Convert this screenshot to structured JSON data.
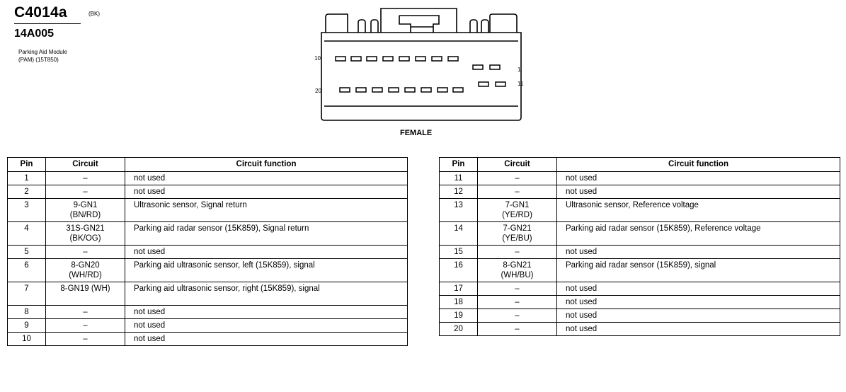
{
  "header": {
    "connector_id": "C4014a",
    "connector_color": "(BK)",
    "part_number": "14A005",
    "module_name_line1": "Parking Aid Module",
    "module_name_line2": "(PAM) (15T850)"
  },
  "diagram": {
    "pin_label_10": "10",
    "pin_label_1": "1",
    "pin_label_20": "20",
    "pin_label_11": "11",
    "view_label": "FEMALE"
  },
  "tables": {
    "headers": {
      "pin": "Pin",
      "circuit": "Circuit",
      "function": "Circuit function"
    },
    "left": [
      {
        "pin": "1",
        "circuit": [
          "–"
        ],
        "function": "not used"
      },
      {
        "pin": "2",
        "circuit": [
          "–"
        ],
        "function": "not used"
      },
      {
        "pin": "3",
        "circuit": [
          "9-GN1",
          "(BN/RD)"
        ],
        "function": "Ultrasonic sensor, Signal return"
      },
      {
        "pin": "4",
        "circuit": [
          "31S-GN21",
          "(BK/OG)"
        ],
        "function": "Parking aid radar sensor (15K859), Signal return"
      },
      {
        "pin": "5",
        "circuit": [
          "–"
        ],
        "function": "not used"
      },
      {
        "pin": "6",
        "circuit": [
          "8-GN20",
          "(WH/RD)"
        ],
        "function": "Parking aid ultrasonic sensor, left (15K859), signal"
      },
      {
        "pin": "7",
        "circuit": [
          "8-GN19 (WH)",
          ""
        ],
        "function": "Parking aid ultrasonic sensor, right (15K859), signal"
      },
      {
        "pin": "8",
        "circuit": [
          "–"
        ],
        "function": "not used"
      },
      {
        "pin": "9",
        "circuit": [
          "–"
        ],
        "function": "not used"
      },
      {
        "pin": "10",
        "circuit": [
          "–"
        ],
        "function": "not used"
      }
    ],
    "right": [
      {
        "pin": "11",
        "circuit": [
          "–"
        ],
        "function": "not used"
      },
      {
        "pin": "12",
        "circuit": [
          "–"
        ],
        "function": "not used"
      },
      {
        "pin": "13",
        "circuit": [
          "7-GN1",
          "(YE/RD)"
        ],
        "function": "Ultrasonic sensor, Reference voltage"
      },
      {
        "pin": "14",
        "circuit": [
          "7-GN21",
          "(YE/BU)"
        ],
        "function": "Parking aid radar sensor (15K859), Reference voltage"
      },
      {
        "pin": "15",
        "circuit": [
          "–"
        ],
        "function": "not used"
      },
      {
        "pin": "16",
        "circuit": [
          "8-GN21",
          "(WH/BU)"
        ],
        "function": "Parking aid radar sensor (15K859), signal"
      },
      {
        "pin": "17",
        "circuit": [
          "–"
        ],
        "function": "not used"
      },
      {
        "pin": "18",
        "circuit": [
          "–"
        ],
        "function": "not used"
      },
      {
        "pin": "19",
        "circuit": [
          "–"
        ],
        "function": "not used"
      },
      {
        "pin": "20",
        "circuit": [
          "–"
        ],
        "function": "not used"
      }
    ]
  }
}
